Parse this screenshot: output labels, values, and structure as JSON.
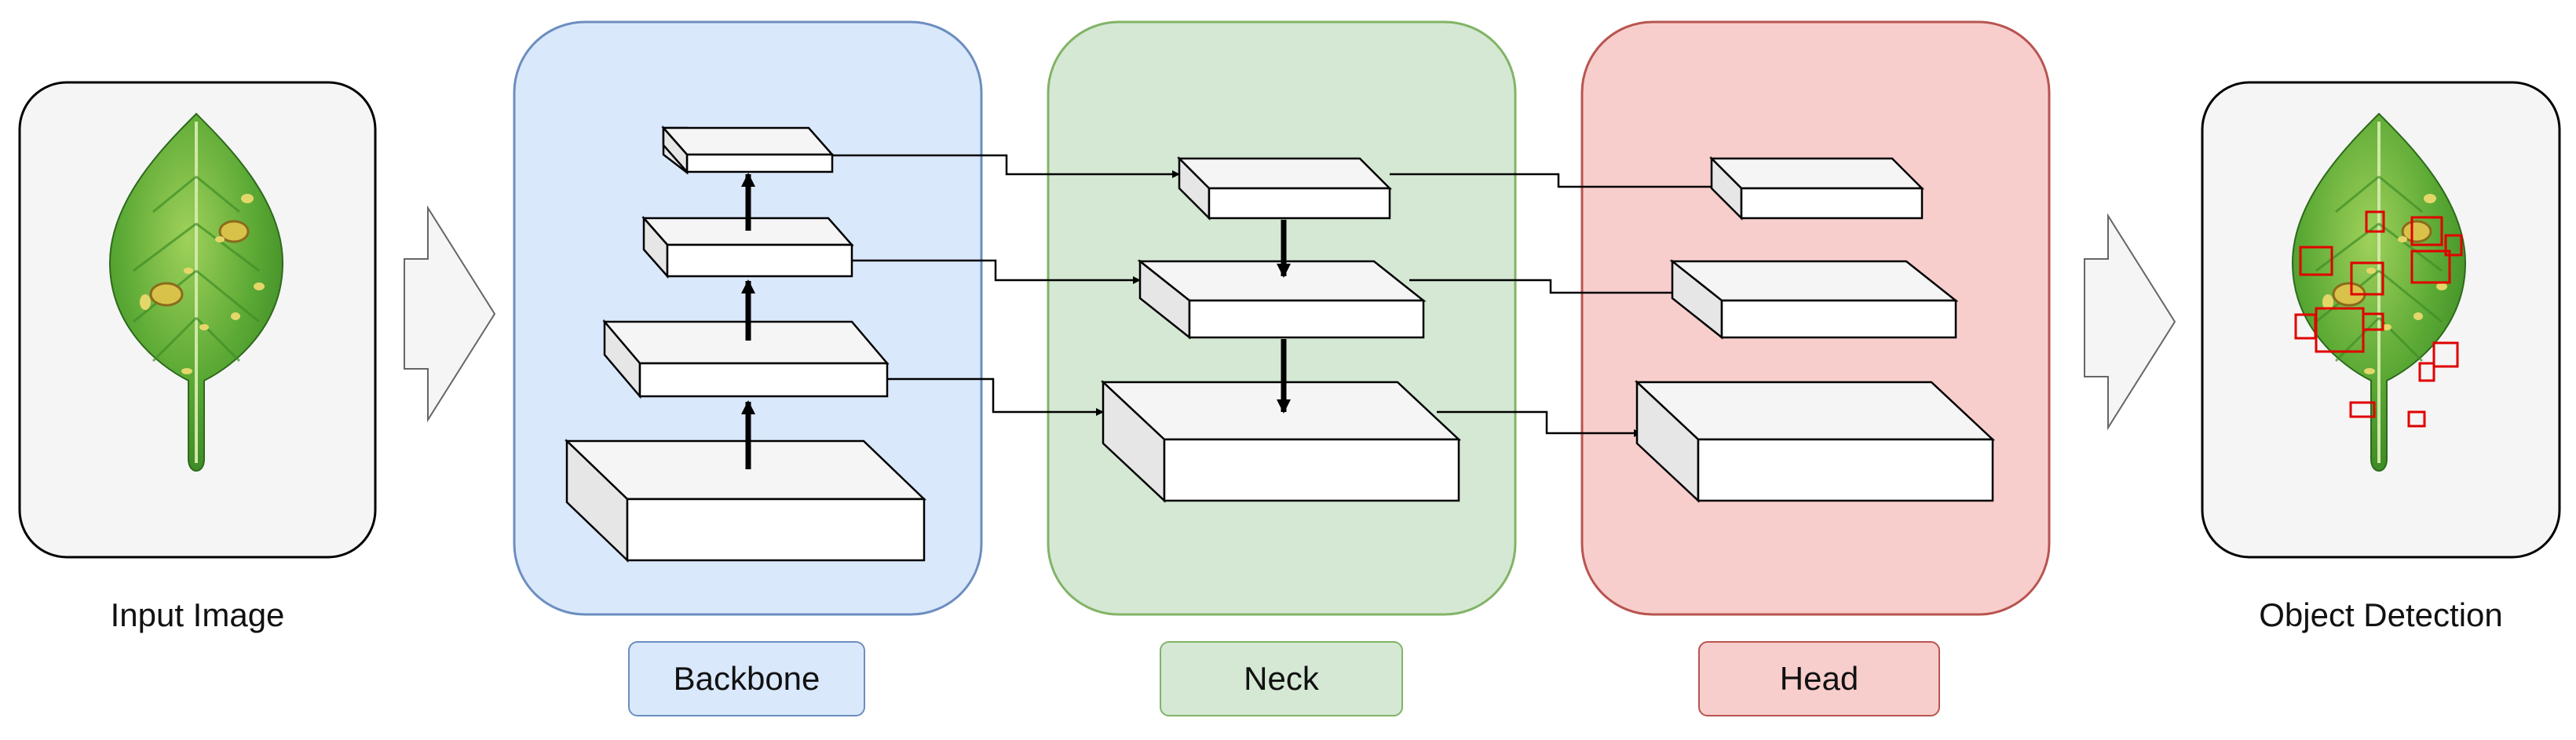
{
  "captions": {
    "input": "Input Image",
    "output": "Object Detection"
  },
  "stages": {
    "backbone": {
      "label": "Backbone",
      "fill": "#dae8fc",
      "stroke": "#6c8ebf"
    },
    "neck": {
      "label": "Neck",
      "fill": "#d5e8d4",
      "stroke": "#82b366"
    },
    "head": {
      "label": "Head",
      "fill": "#f8cecc",
      "stroke": "#b85450"
    }
  },
  "colors": {
    "block_front": "#ffffff",
    "block_top": "#f5f5f5",
    "block_side": "#e6e6e6",
    "leaf": "#4e9e2c",
    "detection_box": "#e00000"
  },
  "icons": {
    "input_leaf": "diseased-leaf-icon",
    "output_leaf": "detected-leaf-icon",
    "flow_arrow": "right-arrow-icon"
  }
}
